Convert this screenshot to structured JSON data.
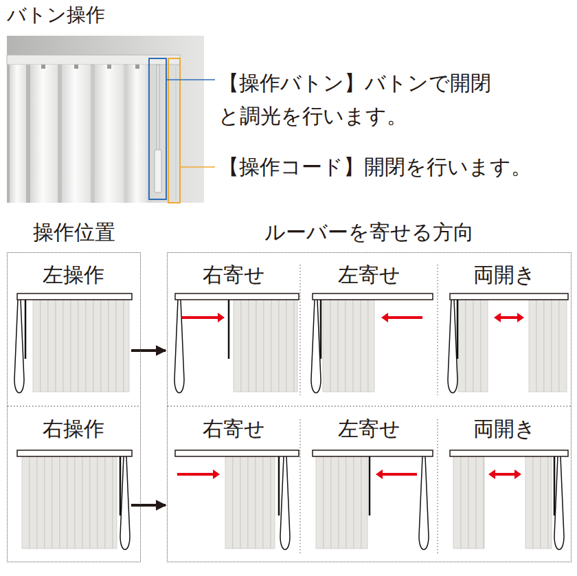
{
  "diagram": {
    "title": "バトン操作",
    "nodes": [
      {
        "text": [
          "操作位置"
        ]
      },
      {
        "text": [
          "左操作"
        ],
        "in": 0
      },
      {
        "text": [
          "右操作"
        ],
        "in": 0
      },
      {
        "text": [
          "ルーバーを寄せる方向"
        ]
      },
      {
        "text": [
          "右寄せ"
        ],
        "in": 3
      },
      {
        "text": [
          "左寄せ"
        ],
        "in": 3
      },
      {
        "text": [
          "両開き"
        ],
        "in": 3
      },
      {
        "text": [
          "右寄せ"
        ],
        "in": 3
      },
      {
        "text": [
          "左寄せ"
        ],
        "in": 3
      },
      {
        "text": [
          "両開き"
        ],
        "in": 3
      }
    ],
    "edges": [
      {
        "from": 1,
        "to": 3,
        "arrow": "to"
      },
      {
        "from": 2,
        "to": 3,
        "arrow": "to"
      }
    ],
    "labels": [
      "【操作バトン】バトンで開閉 と調光を行います。",
      "【操作コード】開閉を行います。"
    ]
  }
}
